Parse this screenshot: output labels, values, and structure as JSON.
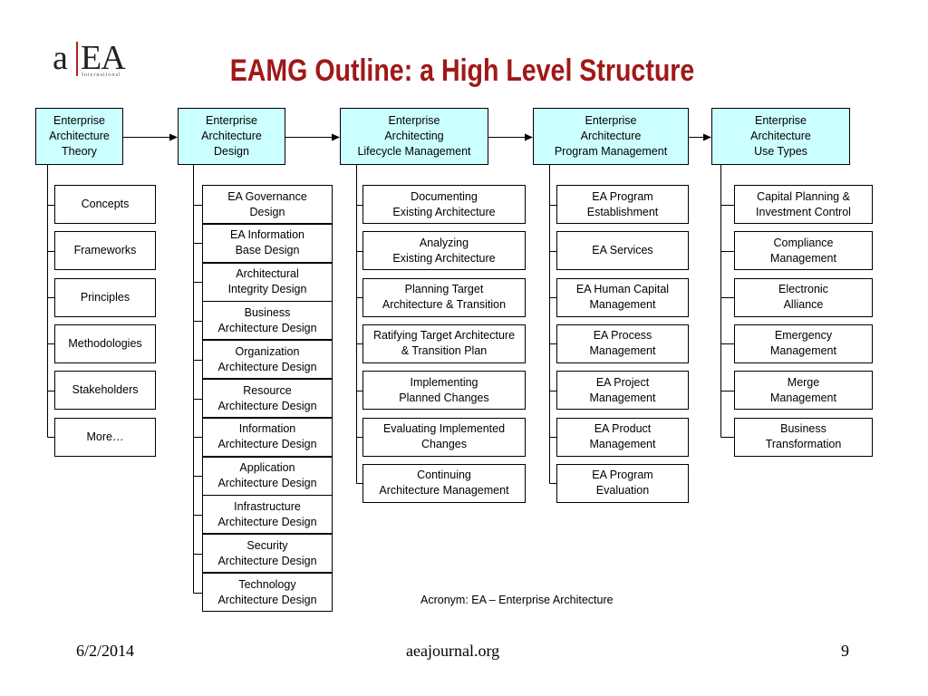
{
  "logo": {
    "letter": "a",
    "mark": "EA",
    "subtitle": "International"
  },
  "title": "EAMG Outline: a High Level Structure",
  "columns": [
    {
      "header": "Enterprise\nArchitecture\nTheory",
      "items": [
        "Concepts",
        "Frameworks",
        "Principles",
        "Methodologies",
        "Stakeholders",
        "More…"
      ]
    },
    {
      "header": "Enterprise\nArchitecture\nDesign",
      "items": [
        "EA Governance\nDesign",
        "EA Information\nBase Design",
        "Architectural\nIntegrity Design",
        "Business\nArchitecture Design",
        "Organization\nArchitecture Design",
        "Resource\nArchitecture Design",
        "Information\nArchitecture Design",
        "Application\nArchitecture Design",
        "Infrastructure\nArchitecture Design",
        "Security\nArchitecture Design",
        "Technology\nArchitecture Design"
      ]
    },
    {
      "header": "Enterprise\nArchitecting\nLifecycle Management",
      "items": [
        "Documenting\nExisting Architecture",
        "Analyzing\nExisting Architecture",
        "Planning Target\nArchitecture & Transition",
        "Ratifying Target Architecture\n& Transition Plan",
        "Implementing\nPlanned Changes",
        "Evaluating Implemented\nChanges",
        "Continuing\nArchitecture Management"
      ]
    },
    {
      "header": "Enterprise\nArchitecture\nProgram Management",
      "items": [
        "EA Program\nEstablishment",
        "EA Services",
        "EA Human Capital\nManagement",
        "EA Process\nManagement",
        "EA Project\nManagement",
        "EA Product\nManagement",
        "EA Program\nEvaluation"
      ]
    },
    {
      "header": "Enterprise\nArchitecture\nUse Types",
      "items": [
        "Capital Planning &\nInvestment Control",
        "Compliance\nManagement",
        "Electronic\nAlliance",
        "Emergency\nManagement",
        "Merge\nManagement",
        "Business\nTransformation"
      ]
    }
  ],
  "note": "Acronym: EA – Enterprise Architecture",
  "footer": {
    "date": "6/2/2014",
    "site": "aeajournal.org",
    "page": "9"
  },
  "colors": {
    "title": "#a01818",
    "header_fill": "#ccffff",
    "line": "#000000"
  }
}
